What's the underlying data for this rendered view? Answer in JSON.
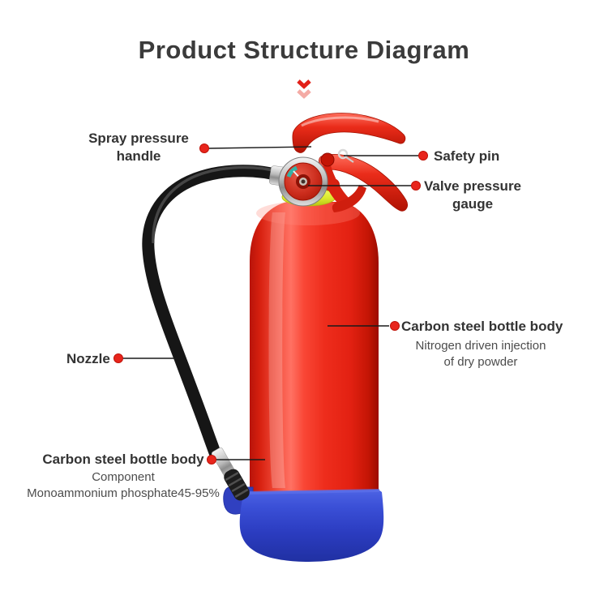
{
  "title": "Product Structure Diagram",
  "labels": {
    "spray_pressure_handle": {
      "line1": "Spray pressure",
      "line2": "handle"
    },
    "safety_pin": {
      "text": "Safety pin"
    },
    "valve_pressure_gauge": {
      "line1": "Valve pressure",
      "line2": "gauge"
    },
    "bottle_body_right": {
      "title": "Carbon steel bottle body",
      "sub1": "Nitrogen driven injection",
      "sub2": "of dry powder"
    },
    "nozzle": {
      "text": "Nozzle"
    },
    "bottle_body_left": {
      "title": "Carbon steel bottle body",
      "sub1": "Component",
      "sub2": "Monoammonium phosphate45-95%"
    }
  },
  "colors": {
    "accent_red": "#e8251c",
    "body_red": "#ee2d1c",
    "base_blue": "#2f43c4",
    "hose_black": "#161616",
    "neck_yellow": "#dcea2e",
    "gauge_teal": "#35b2a6",
    "leader_line": "#1a1a1a",
    "text_dark": "#3b3b3b"
  }
}
